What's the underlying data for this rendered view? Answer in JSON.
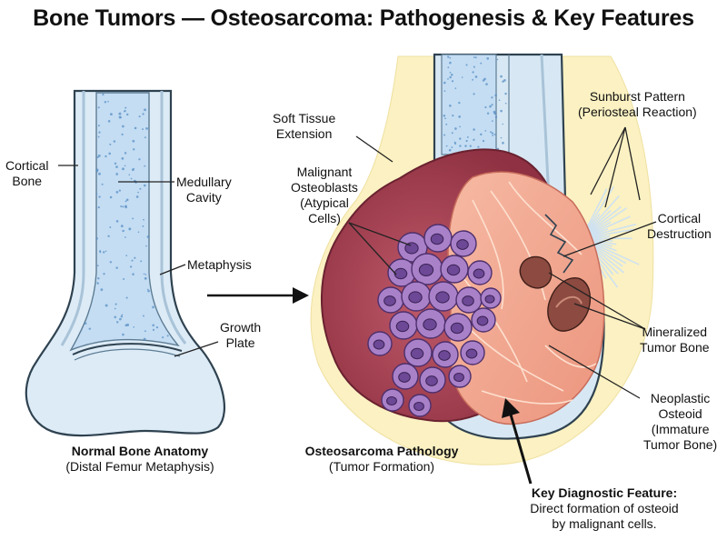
{
  "title": "Bone Tumors — Osteosarcoma: Pathogenesis & Key Features",
  "normal_labels": {
    "cortical_bone": [
      "Cortical",
      "Bone"
    ],
    "medullary_cavity": [
      "Medullary",
      "Cavity"
    ],
    "metaphysis": [
      "Metaphysis"
    ],
    "growth_plate": [
      "Growth",
      "Plate"
    ]
  },
  "tumor_labels": {
    "soft_tissue": [
      "Soft Tissue",
      "Extension"
    ],
    "malignant_osteoblasts": [
      "Malignant",
      "Osteoblasts",
      "(Atypical",
      "Cells)"
    ],
    "sunburst": [
      "Sunburst Pattern",
      "(Periosteal Reaction)"
    ],
    "cortical_destruction": [
      "Cortical",
      "Destruction"
    ],
    "mineralized_bone": [
      "Mineralized",
      "Tumor Bone"
    ],
    "neoplastic_osteoid": [
      "Neoplastic",
      "Osteoid",
      "(Immature",
      "Tumor Bone)"
    ]
  },
  "captions": {
    "normal_title": "Normal Bone Anatomy",
    "normal_sub": "(Distal Femur Metaphysis)",
    "tumor_title": "Osteosarcoma Pathology",
    "tumor_sub": "(Tumor Formation)",
    "key_title": "Key Diagnostic Feature:",
    "key_line1": "Direct formation of osteoid",
    "key_line2": "by malignant cells."
  },
  "colors": {
    "bone_fill": "#dcebf6",
    "marrow": "#c4ddf3",
    "cortex": "#b8cfe0",
    "outline": "#2f4250",
    "halo": "#fbf1c2",
    "tumor_dark": "#9c3848",
    "tumor_pink": "#f2a690",
    "cell_fill": "#a981c9",
    "cell_nucleus": "#6c4896",
    "mineral": "#8c4a40"
  }
}
